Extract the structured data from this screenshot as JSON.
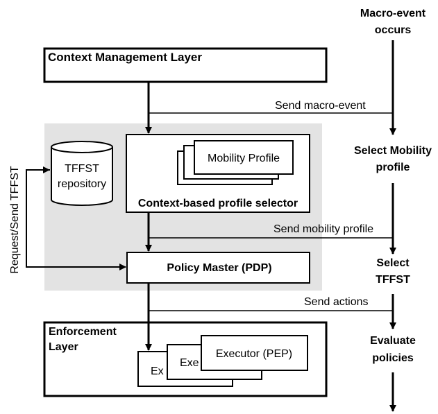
{
  "layers": {
    "context_management": "Context Management Layer",
    "enforcement_line1": "Enforcement",
    "enforcement_line2": "Layer"
  },
  "repository": {
    "line1": "TFFST",
    "line2": "repository"
  },
  "selector": {
    "title": "Context-based profile selector",
    "card_label": "Mobility Profile"
  },
  "policy_master": "Policy Master (PDP)",
  "executors": {
    "front_label": "Executor (PEP)",
    "middle_visible": "Exe",
    "back_visible": "Ex"
  },
  "edge_labels": {
    "request_send": "Request/Send TFFST",
    "send_macro_event": "Send macro-event",
    "send_mobility_profile": "Send mobility profile",
    "send_actions": "Send actions"
  },
  "flow_steps": {
    "step1_line1": "Macro-event",
    "step1_line2": "occurs",
    "step2_line1": "Select Mobility",
    "step2_line2": "profile",
    "step3_line1": "Select",
    "step3_line2": "TFFST",
    "step4_line1": "Evaluate",
    "step4_line2": "policies"
  },
  "colors": {
    "shaded_region": "#e3e3e3",
    "stroke": "#000000",
    "box_fill": "#ffffff"
  }
}
